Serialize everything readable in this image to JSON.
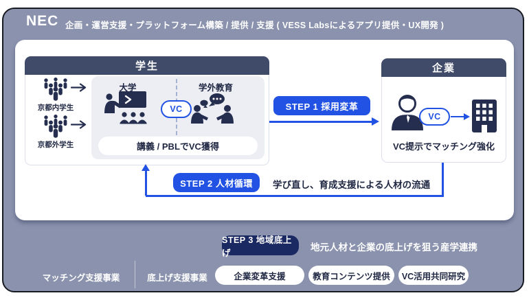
{
  "header": {
    "logo": "NEC",
    "subtitle": "企画・運営支援・プラットフォーム構築 / 提供 / 支援 ( VESS Labsによるアプリ提供・UX開発 )"
  },
  "students": {
    "title": "学生",
    "groups": [
      {
        "label": "京都内学生",
        "icon": "people-group-icon"
      },
      {
        "label": "京都外学生",
        "icon": "people-group-icon"
      }
    ],
    "university": {
      "label": "大学",
      "icon": "lecture-icon"
    },
    "external": {
      "label": "学外教育",
      "icon": "discussion-icon"
    },
    "vc_badge": "VC",
    "achievement_pill": "講義 / PBLでVC獲得"
  },
  "company": {
    "title": "企業",
    "person_icon": "businessperson-icon",
    "vc_badge": "VC",
    "building_icon": "office-building-icon",
    "caption": "VC提示でマッチング強化"
  },
  "steps": [
    {
      "badge": "STEP 1 採用変革"
    },
    {
      "badge": "STEP 2 人材循環",
      "description": "学び直し、育成支援による人材の流通"
    },
    {
      "badge": "STEP 3 地域底上げ",
      "description": "地元人材と企業の底上げを狙う産学連携"
    }
  ],
  "footer": {
    "left_label": "マッチング支援事業",
    "right_label": "底上げ支援事業",
    "pills": [
      "企業変革支援",
      "教育コンテンツ提供",
      "VC活用共同研究"
    ]
  },
  "colors": {
    "background": "#8A92AD",
    "panel": "#FFFFFF",
    "header_bar": "#404B69",
    "accent_blue": "#2152E3",
    "step3_navy": "#1B2963",
    "icon_navy": "#252E4F",
    "text_dark": "#1E2642"
  }
}
